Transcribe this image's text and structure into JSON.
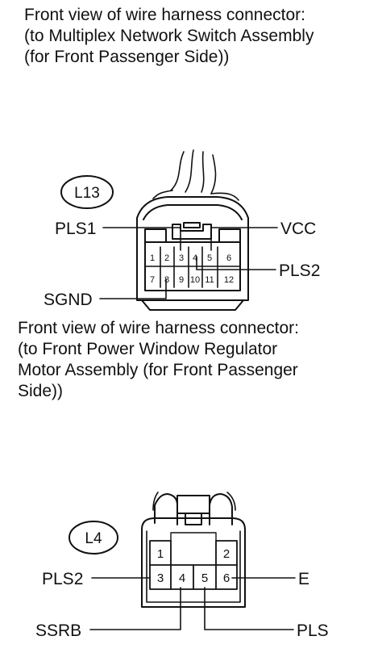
{
  "captions": {
    "first": [
      "Front view of wire harness connector:",
      "(to Multiplex Network Switch Assembly",
      "(for Front Passenger Side))"
    ],
    "second": [
      "Front view of wire harness connector:",
      "(to Front Power Window Regulator",
      "Motor Assembly (for Front Passenger",
      "Side))"
    ]
  },
  "connector_l13": {
    "tag": "L13",
    "pins": [
      "1",
      "2",
      "3",
      "4",
      "5",
      "6",
      "7",
      "8",
      "9",
      "10",
      "11",
      "12"
    ],
    "labels": {
      "pls1": "PLS1",
      "vcc": "VCC",
      "pls2": "PLS2",
      "sgnd": "SGND"
    }
  },
  "connector_l4": {
    "tag": "L4",
    "pins": [
      "1",
      "2",
      "3",
      "4",
      "5",
      "6"
    ],
    "labels": {
      "pls2": "PLS2",
      "e": "E",
      "ssrb": "SSRB",
      "pls": "PLS"
    }
  }
}
